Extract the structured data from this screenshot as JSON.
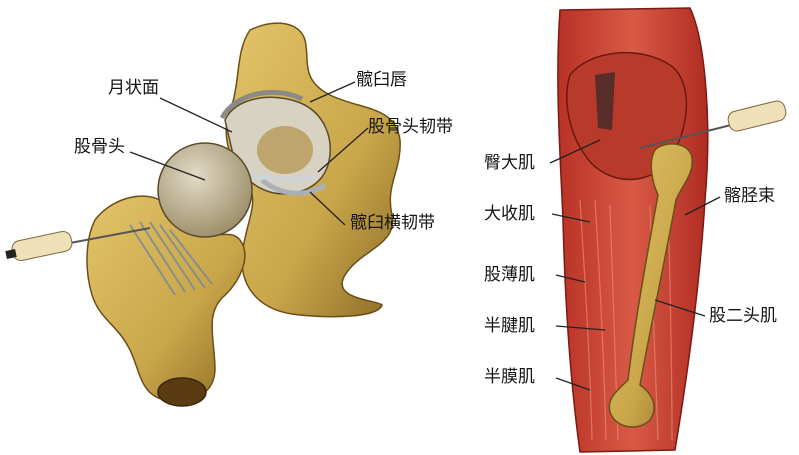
{
  "labels": {
    "lunate_surface": "月状面",
    "acetabular_labrum": "髋臼唇",
    "femoral_head": "股骨头",
    "ligament_of_head": "股骨头韧带",
    "transverse_ligament": "髋臼横韧带",
    "gluteus_maximus": "臀大肌",
    "iliotibial_tract": "髂胫束",
    "adductor_magnus": "大收肌",
    "gracilis": "股薄肌",
    "semitendinosus": "半腱肌",
    "biceps_femoris": "股二头肌",
    "semimembranosus": "半膜肌"
  },
  "colors": {
    "bone": "#c9a64a",
    "bone_dark": "#7a5a1c",
    "muscle": "#c43a2c",
    "muscle_light": "#e07a66",
    "cartilage": "#d7d2c8",
    "leader_line": "#222222"
  }
}
